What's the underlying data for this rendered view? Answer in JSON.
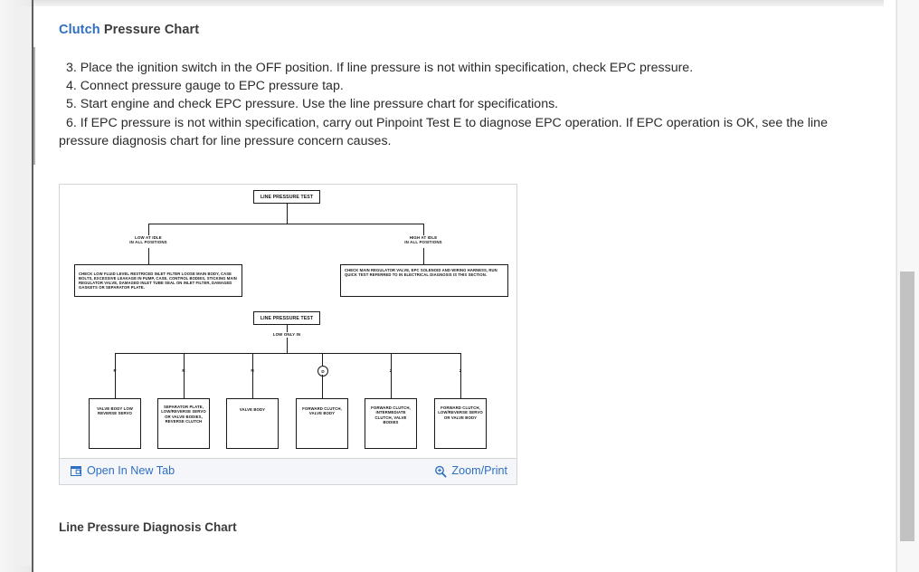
{
  "page": {
    "title_keyword": "Clutch",
    "title_rest": " Pressure Chart",
    "section_title": "Line Pressure Diagnosis Chart"
  },
  "steps": [
    "3. Place the ignition switch in the OFF position. If line pressure is not within specification, check EPC pressure.",
    "4. Connect pressure gauge to EPC pressure tap.",
    "5. Start engine and check EPC pressure. Use the line pressure chart for specifications.",
    "6. If EPC pressure is not within specification, carry out Pinpoint Test E to diagnose EPC operation. If EPC operation is OK, see the line pressure diagnosis chart for line pressure concern causes."
  ],
  "figure": {
    "footer": {
      "open_new_tab": "Open In New Tab",
      "zoom_print": "Zoom/Print",
      "open_new_tab_icon": "external-window-icon",
      "zoom_print_icon": "magnifier-plus-icon"
    },
    "diagram": {
      "top_box": "LINE PRESSURE TEST",
      "branch_left_label": "LOW AT IDLE\nIN ALL POSITIONS",
      "branch_right_label": "HIGH AT IDLE\nIN ALL POSITIONS",
      "branch_left_box": "CHECK LOW FLUID LEVEL RESTRICED INLET FILTER LOOSE MAIN BODY, CASE BOLTS, EXCESSIVE LEAKAGE IN PUMP, CASE, CONTROL BODIES, STICKING MAIN REGULATOR VALVE, DAMAGED INLET TUBE SEAL ON INLET FILTER, DAMAGED GASKETS OR SEPARATOR PLATE.",
      "branch_right_box": "CHECK MAIN REGULATOR VALVE, EPC SOLENOID AND WIRING HARNESS, RUN QUICK TEST REFERRED TO IN ELECTRICAL DIAGNOSIS IS THIS SECTION.",
      "second_box": "LINE PRESSURE TEST",
      "second_label": "LOW ONLY IN",
      "gear_labels": [
        "P",
        "R",
        "N",
        "D",
        "2",
        "2"
      ],
      "leaf_boxes": [
        "VALVE BODY LOW REVERSE SERVO",
        "SEPARATOR PLATE, LOW/REVERSE SERVO OR VALVE BODIES, REVERSE CLUTCH",
        "VALVE BODY",
        "FORWARD CLUTCH, VALVE BODY",
        "FORWARD CLUTCH, INTERMEDIATE CLUTCH, VALVE BODIES",
        "FORWARD CLUTCH, LOW/REVERSE SERVO OR VALVE BODY"
      ]
    }
  },
  "colors": {
    "link": "#2f6fc0",
    "text": "#2b2b2b",
    "heading": "#3c3c3c"
  }
}
